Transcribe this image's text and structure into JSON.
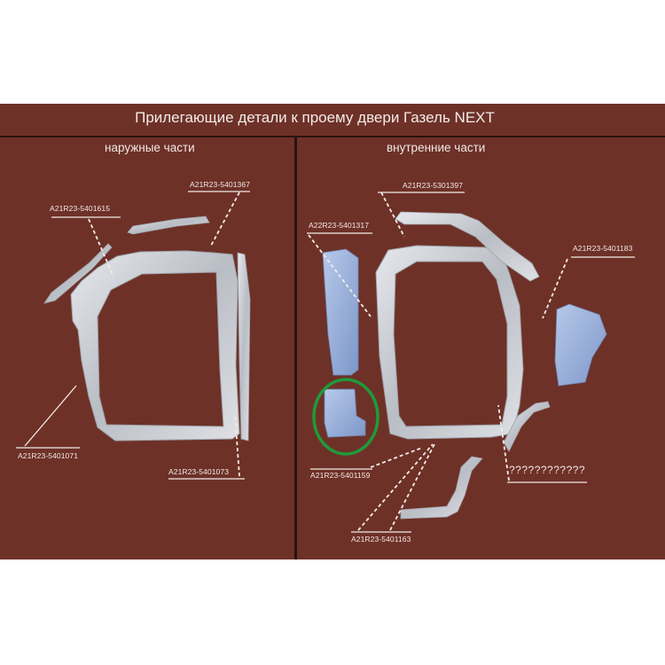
{
  "title": "Прилегающие детали к проему двери Газель NEXT",
  "sections": {
    "outer": "наружные части",
    "inner": "внутренние части"
  },
  "parts": {
    "p5401615": "A21R23-5401615",
    "p5401367": "A21R23-5401367",
    "p5401071": "A21R23-5401071",
    "p5401073": "A21R23-5401073",
    "p5301397": "A21R23-5301397",
    "p5401317": "A22R23-5401317",
    "p5401183": "A21R23-5401183",
    "p5401159": "A21R23-5401159",
    "p5401163": "A21R23-5401163",
    "unknown": "????????????"
  },
  "colors": {
    "background": "#6e3128",
    "divider": "#2a120e",
    "metal": "#c9ccd2",
    "blue_part": "#8fa9d6",
    "highlight_circle": "#1f9a3a"
  }
}
